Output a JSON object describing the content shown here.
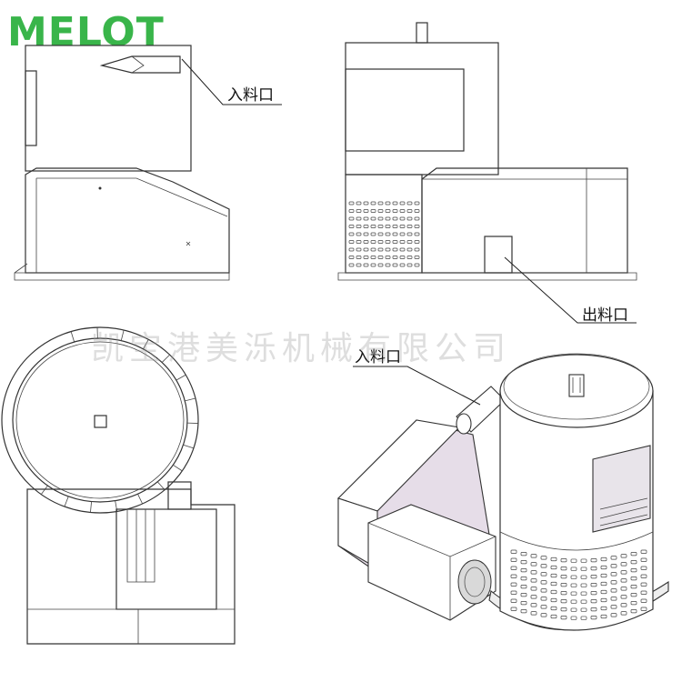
{
  "brand": {
    "logo_text": "MELOT",
    "logo_color": "#39b54a"
  },
  "labels": {
    "inlet": "入料口",
    "outlet": "出料口",
    "inlet_iso": "入料口"
  },
  "watermark": "凯宝港美泺机械有限公司",
  "colors": {
    "line": "#333333",
    "shade": "#e6dde8",
    "shade_dark": "#cfc4d2"
  }
}
